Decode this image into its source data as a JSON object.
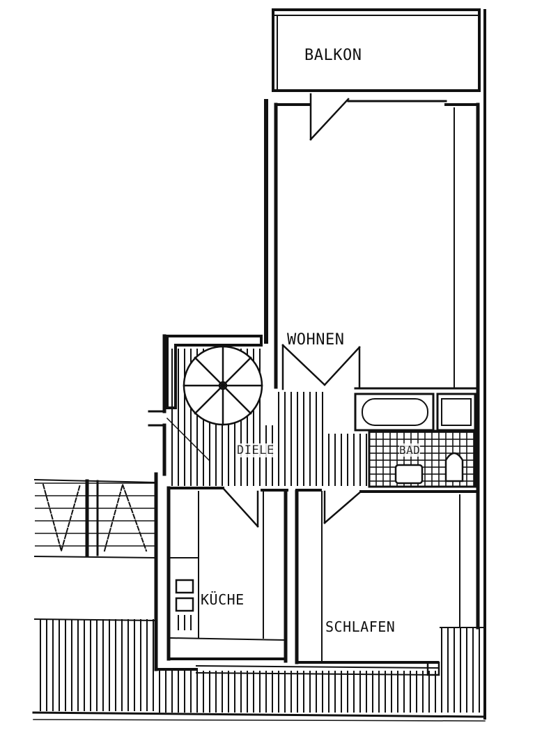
{
  "plan": {
    "rooms": [
      {
        "id": "balkon",
        "label": "BALKON"
      },
      {
        "id": "wohnen",
        "label": "WOHNEN"
      },
      {
        "id": "diele",
        "label": "DIELE"
      },
      {
        "id": "bad",
        "label": "BAD"
      },
      {
        "id": "kueche",
        "label": "KÜCHE"
      },
      {
        "id": "schlafen",
        "label": "SCHLAFEN"
      }
    ]
  }
}
